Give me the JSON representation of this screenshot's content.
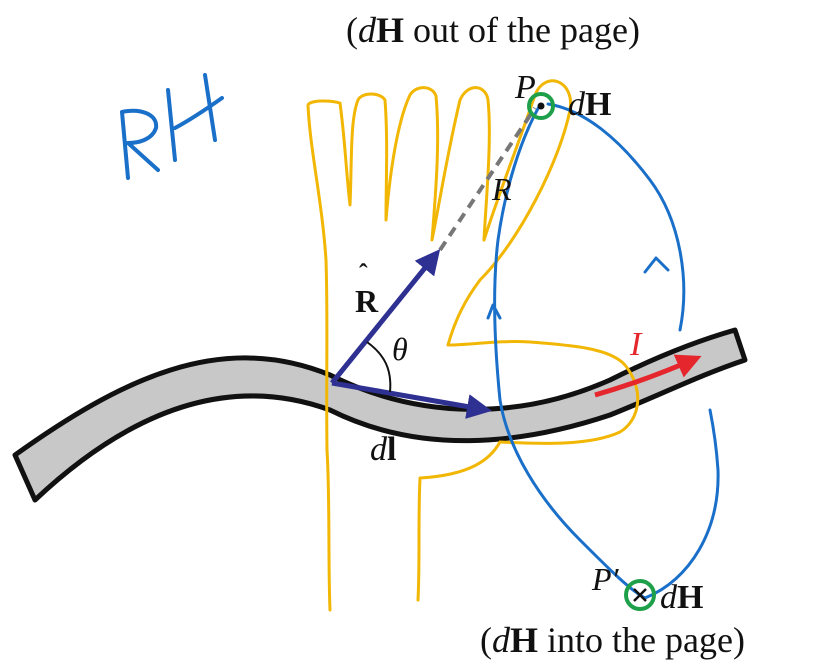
{
  "captions": {
    "top_open": "(",
    "top_d": "d",
    "top_H": "H",
    "top_rest": " out of the page)",
    "bottom_open": "(",
    "bottom_d": "d",
    "bottom_H": "H",
    "bottom_rest": " into the page)"
  },
  "labels": {
    "P": "P",
    "P_prime": "P′",
    "dH_top_d": "d",
    "dH_top_H": "H",
    "dH_bottom_d": "d",
    "dH_bottom_H": "H",
    "R": "R",
    "R_hat": "R",
    "R_hat_caret": "ˆ",
    "theta": "θ",
    "I": "I",
    "dl_d": "d",
    "dl_l": "l"
  },
  "annotation": {
    "handwritten": "RH"
  },
  "colors": {
    "arrow_blue": "#2e3192",
    "current_red": "#e5262d",
    "hand_outline": "#f2b705",
    "field_loop": "#1a6fc9",
    "marker_green": "#1ea04a",
    "wire_fill": "#c8c8c8",
    "dashed_gray": "#777777"
  }
}
